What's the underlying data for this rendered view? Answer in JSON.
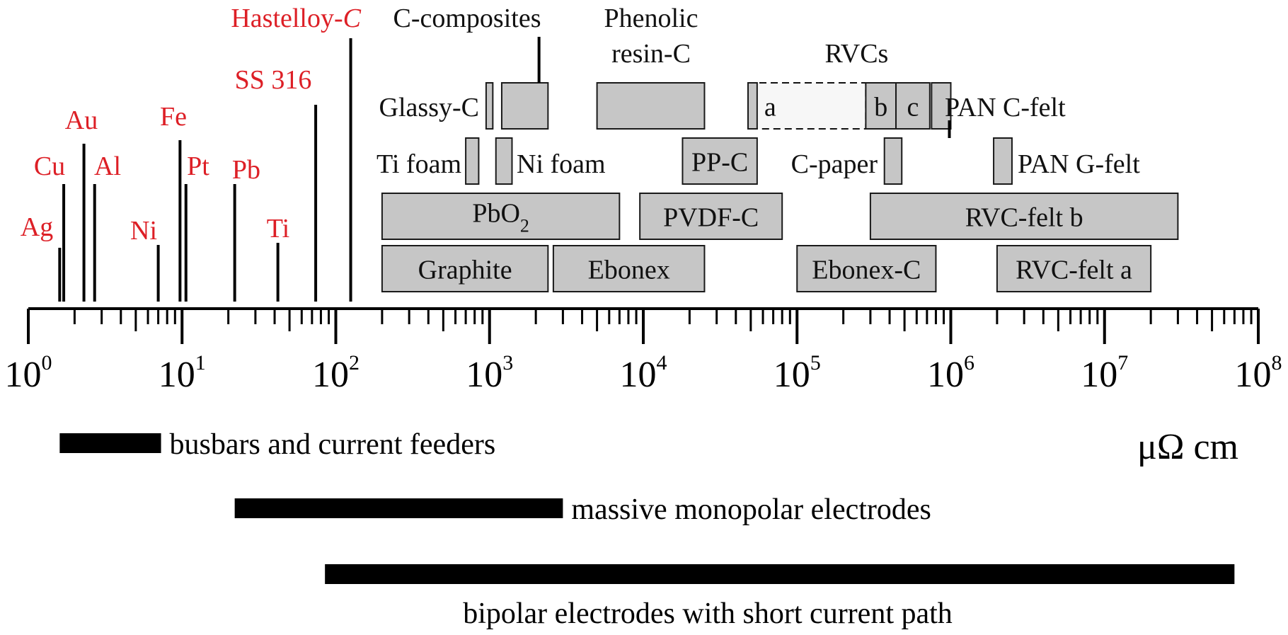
{
  "chart_data": {
    "type": "bar",
    "scale": "log",
    "xlim": [
      1,
      100000000
    ],
    "x_ticks": [
      {
        "base": "10",
        "exp": "0",
        "value": 1
      },
      {
        "base": "10",
        "exp": "1",
        "value": 10
      },
      {
        "base": "10",
        "exp": "2",
        "value": 100
      },
      {
        "base": "10",
        "exp": "3",
        "value": 1000
      },
      {
        "base": "10",
        "exp": "4",
        "value": 10000
      },
      {
        "base": "10",
        "exp": "5",
        "value": 100000
      },
      {
        "base": "10",
        "exp": "6",
        "value": 1000000
      },
      {
        "base": "10",
        "exp": "7",
        "value": 10000000
      },
      {
        "base": "10",
        "exp": "8",
        "value": 100000000
      }
    ],
    "xlabel": "μΩ cm",
    "metals": [
      {
        "name": "Ag",
        "value": 1.6,
        "color": "#dd1f26"
      },
      {
        "name": "Cu",
        "value": 1.7,
        "color": "#dd1f26"
      },
      {
        "name": "Au",
        "value": 2.3,
        "color": "#dd1f26"
      },
      {
        "name": "Al",
        "value": 2.7,
        "color": "#dd1f26"
      },
      {
        "name": "Ni",
        "value": 7.0,
        "color": "#dd1f26"
      },
      {
        "name": "Fe",
        "value": 9.7,
        "color": "#dd1f26"
      },
      {
        "name": "Pt",
        "value": 10.6,
        "color": "#dd1f26"
      },
      {
        "name": "Pb",
        "value": 22.0,
        "color": "#dd1f26"
      },
      {
        "name": "Ti",
        "value": 42.0,
        "color": "#dd1f26"
      },
      {
        "name": "SS 316",
        "value": 74.0,
        "color": "#dd1f26"
      },
      {
        "name": "Hastelloy-",
        "name_italic": "C",
        "value": 125.0,
        "color": "#dd1f26"
      }
    ],
    "materials": [
      {
        "name": "C-composites",
        "min": 1200,
        "max": 2400,
        "color": "#111111"
      },
      {
        "name": "Phenolic resin-C",
        "min": 5000,
        "max": 25000,
        "color": "#111111"
      },
      {
        "name": "Glassy-C",
        "min": 950,
        "max": 1050,
        "color": "#111111"
      },
      {
        "name": "Ti foam",
        "min": 700,
        "max": 850,
        "color": "#dd1f26"
      },
      {
        "name": "Ni foam",
        "min": 1100,
        "max": 1400,
        "color": "#dd1f26"
      },
      {
        "name": "PbO",
        "sub": "2",
        "min": 200,
        "max": 7000,
        "color": "#1414e6"
      },
      {
        "name": "PVDF-C",
        "min": 9500,
        "max": 80000,
        "color": "#111111"
      },
      {
        "name": "PP-C",
        "min": 18000,
        "max": 55000,
        "color": "#111111"
      },
      {
        "name": "C-paper",
        "min": 370000,
        "max": 480000,
        "color": "#111111"
      },
      {
        "name": "PAN C-felt",
        "min": 750000,
        "max": 1000000,
        "color": "#111111"
      },
      {
        "name": "PAN G-felt",
        "min": 1900000,
        "max": 2500000,
        "color": "#111111"
      },
      {
        "name": "RVC-felt b",
        "min": 300000,
        "max": 30000000,
        "color": "#111111"
      },
      {
        "name": "Graphite",
        "min": 200,
        "max": 2400,
        "color": "#111111"
      },
      {
        "name": "Ebonex",
        "min": 2600,
        "max": 25000,
        "color": "#1414e6"
      },
      {
        "name": "Ebonex-C",
        "min": 100000,
        "max": 800000,
        "color": "#1414e6"
      },
      {
        "name": "RVC-felt a",
        "min": 2000000,
        "max": 20000000,
        "color": "#111111"
      }
    ],
    "rvcs": {
      "label": "RVCs",
      "grades": [
        {
          "name": "a",
          "min": 48000,
          "max": 55000
        },
        {
          "name": "b",
          "min": 280000,
          "max": 440000
        },
        {
          "name": "c",
          "min": 440000,
          "max": 730000
        }
      ]
    },
    "ranges": [
      {
        "label": "busbars and current feeders",
        "min": 1.6,
        "max": 7.3
      },
      {
        "label": "massive monopolar electrodes",
        "min": 22,
        "max": 3000
      },
      {
        "label": "bipolar electrodes with short current path",
        "min": 85,
        "max": 70000000
      }
    ]
  }
}
